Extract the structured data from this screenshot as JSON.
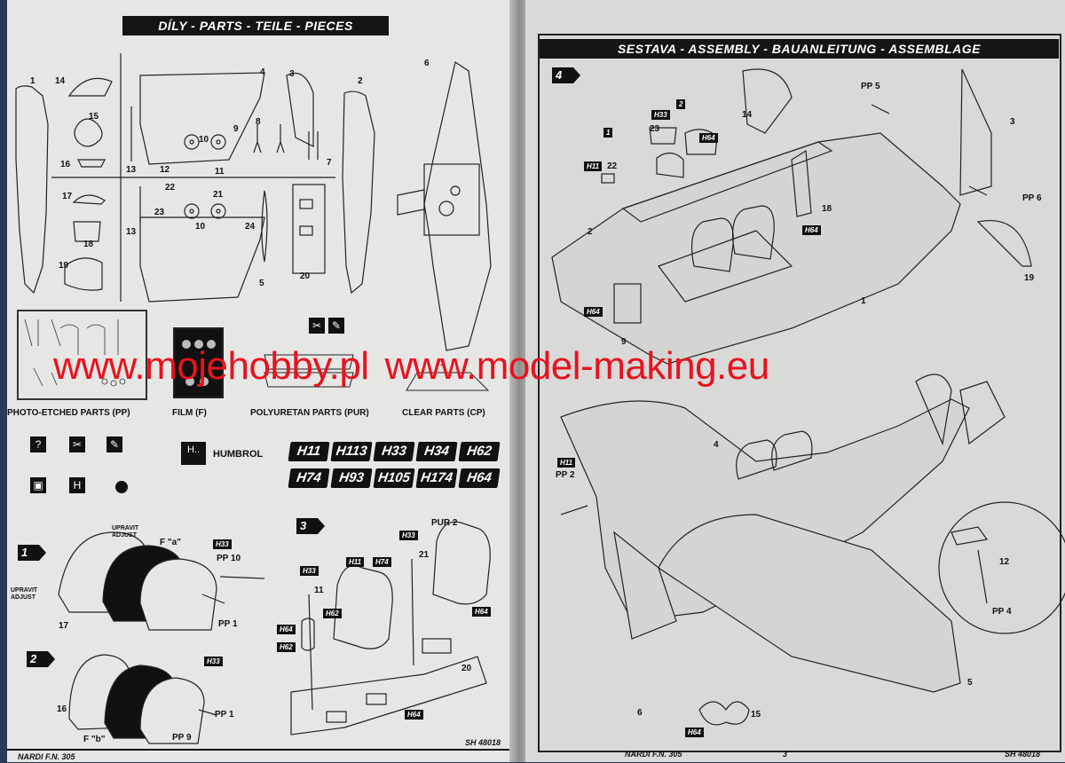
{
  "left_page": {
    "header": "DÍLY - PARTS - TEILE - PIECES",
    "part_numbers": [
      "1",
      "14",
      "4",
      "3",
      "2",
      "6",
      "15",
      "9",
      "10",
      "8",
      "16",
      "12",
      "13",
      "11",
      "7",
      "17",
      "22",
      "21",
      "23",
      "10",
      "24",
      "13",
      "18",
      "19",
      "5",
      "20"
    ],
    "categories": {
      "pp": "PHOTO-ETCHED PARTS (PP)",
      "film": "FILM (F)",
      "pur": "POLYURETAN PARTS (PUR)",
      "clear": "CLEAR PARTS (CP)"
    },
    "humbrol_label": "HUMBROL",
    "paints": [
      "H11",
      "H113",
      "H33",
      "H34",
      "H62",
      "H74",
      "H93",
      "H105",
      "H174",
      "H64"
    ],
    "pur_number": "1",
    "step1": {
      "number": "1",
      "upravit": "UPRAVIT",
      "adjust": "ADJUST",
      "upravit2": "UPRAVIT",
      "adjust2": "ADJUST",
      "film": "F \"a\"",
      "paint": "H33",
      "pp10": "PP 10",
      "pp1": "PP 1",
      "part": "17"
    },
    "step2": {
      "number": "2",
      "paint": "H33",
      "pp1": "PP 1",
      "pp9": "PP 9",
      "film": "F \"b\"",
      "part": "16"
    },
    "step3": {
      "number": "3",
      "pur": "PUR 2",
      "h33a": "H33",
      "h33b": "H33",
      "h11": "H11",
      "h74": "H74",
      "h62": "H62",
      "h64a": "H64",
      "h62b": "H62",
      "h64b": "H64",
      "h64c": "H64",
      "n11": "11",
      "n21": "21",
      "n20": "20"
    },
    "footer_left": "NARDI F.N. 305",
    "footer_right": "SH 48018"
  },
  "right_page": {
    "header": "SESTAVA - ASSEMBLY - BAUANLEITUNG - ASSEMBLAGE",
    "step4": {
      "number": "4",
      "labels": [
        "PP 5",
        "H33",
        "2",
        "14",
        "3",
        "1",
        "23",
        "H64",
        "H11",
        "22",
        "18",
        "PP 6",
        "2",
        "H64",
        "H64",
        "19",
        "1",
        "9"
      ]
    },
    "step5": {
      "labels": [
        "4",
        "H11",
        "PP 2",
        "12",
        "PP 4",
        "6",
        "5",
        "15",
        "H64"
      ]
    },
    "footer_left": "NARDI F.N. 305",
    "page_number": "3",
    "footer_right": "SH 48018"
  },
  "watermark": {
    "site1": "www.mojehobby.pl",
    "site2": "www.model-making.eu"
  }
}
